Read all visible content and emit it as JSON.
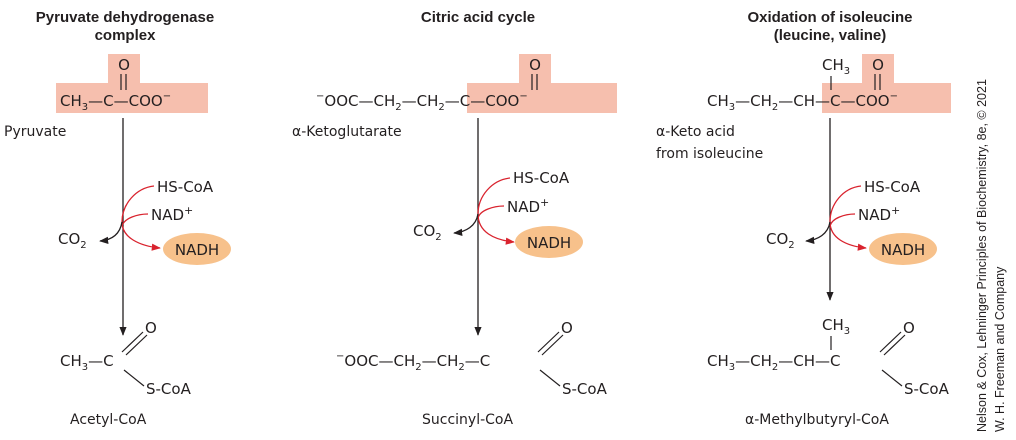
{
  "colors": {
    "highlight": "#f6bfae",
    "nadh_fill": "#f7c18b",
    "cofactor_arrow": "#d9232e",
    "text": "#231f20"
  },
  "panels": [
    {
      "title_line1": "Pyruvate dehydrogenase",
      "title_line2": "complex",
      "substrate_name": "Pyruvate",
      "product_name": "Acetyl-CoA",
      "cofactor1": "HS-CoA",
      "cofactor2": "NAD",
      "product_cofactor": "NADH",
      "byproduct": "CO"
    },
    {
      "title_line1": "Citric acid cycle",
      "title_line2": "",
      "substrate_name": "α-Ketoglutarate",
      "product_name": "Succinyl-CoA",
      "cofactor1": "HS-CoA",
      "cofactor2": "NAD",
      "product_cofactor": "NADH",
      "byproduct": "CO"
    },
    {
      "title_line1": "Oxidation of isoleucine",
      "title_line2": "(leucine,  valine)",
      "substrate_name_line1": "α-Keto acid",
      "substrate_name_line2": "from isoleucine",
      "product_name": "α-Methylbutyryl-CoA",
      "cofactor1": "HS-CoA",
      "cofactor2": "NAD",
      "product_cofactor": "NADH",
      "byproduct": "CO"
    }
  ],
  "credit_line1": "Nelson & Cox, Lehninger Principles of Biochemistry, 8e, © 2021",
  "credit_line2": "W. H. Freeman and Company"
}
